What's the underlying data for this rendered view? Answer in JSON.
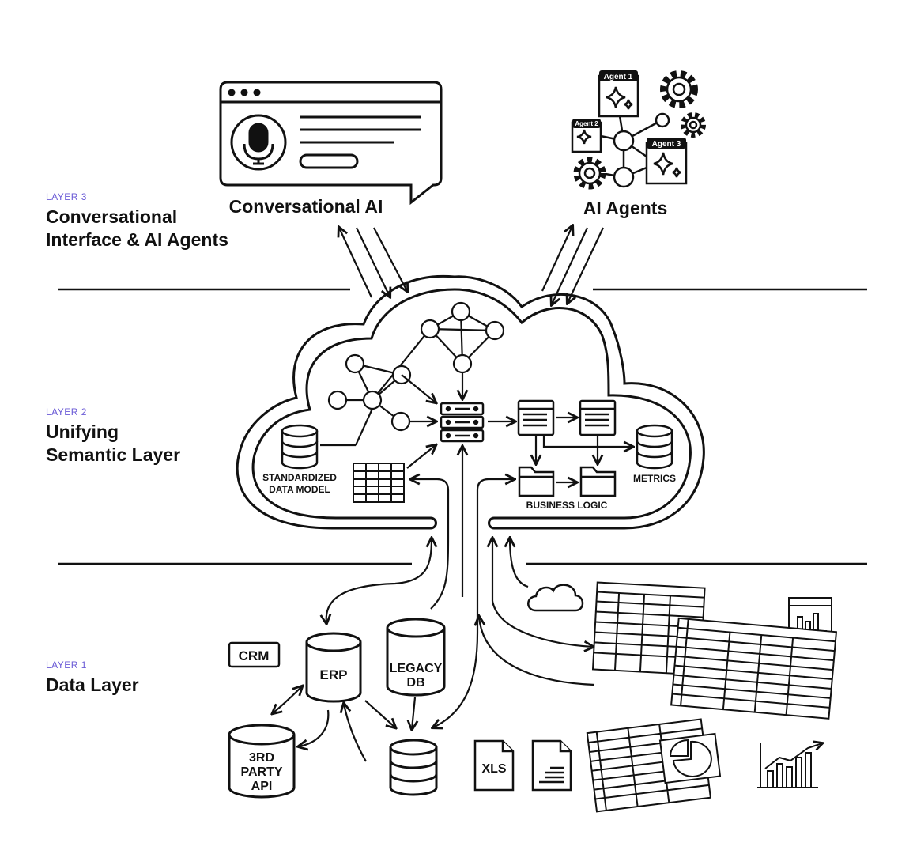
{
  "layers": [
    {
      "tag": "LAYER 3",
      "title_lines": [
        "Conversational",
        "Interface & AI Agents"
      ]
    },
    {
      "tag": "LAYER 2",
      "title_lines": [
        "Unifying",
        "Semantic Layer"
      ]
    },
    {
      "tag": "LAYER 1",
      "title_lines": [
        "Data Layer"
      ]
    }
  ],
  "top": {
    "conversational_ai": "Conversational AI",
    "ai_agents": "AI Agents",
    "agent_badges": [
      "Agent 1",
      "Agent 2",
      "Agent 3"
    ]
  },
  "semantic": {
    "standardized_line1": "STANDARDIZED",
    "standardized_line2": "DATA MODEL",
    "business_logic": "BUSINESS LOGIC",
    "metrics": "METRICS"
  },
  "data": {
    "crm": "CRM",
    "erp": "ERP",
    "legacy_line1": "LEGACY",
    "legacy_line2": "DB",
    "api_line1": "3RD",
    "api_line2": "PARTY",
    "api_line3": "API",
    "xls": "XLS"
  }
}
